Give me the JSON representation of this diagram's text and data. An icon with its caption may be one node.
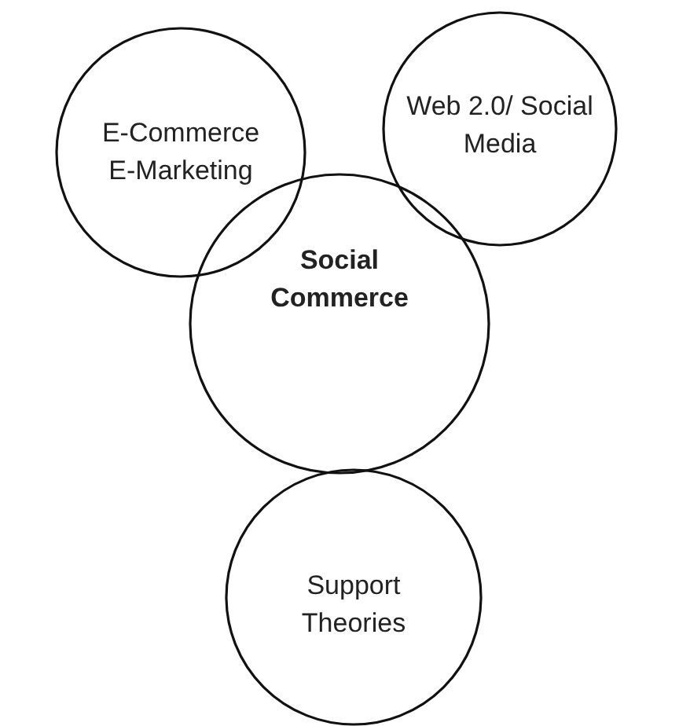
{
  "diagram": {
    "nodes": [
      {
        "text": [
          "E-Commerce E-Marketing"
        ]
      },
      {
        "text": [
          "Web 2.0/ Social Media"
        ]
      },
      {
        "text": [
          "Social Commerce"
        ]
      },
      {
        "text": [
          "Support Theories"
        ]
      }
    ]
  }
}
